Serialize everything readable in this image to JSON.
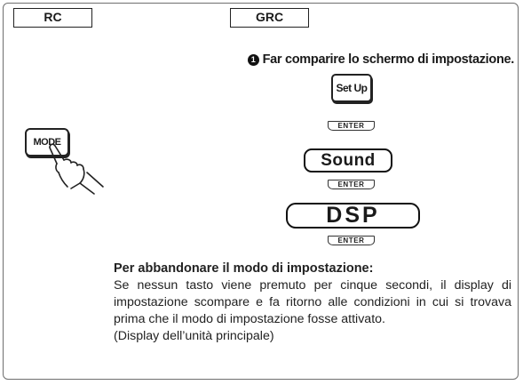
{
  "columns": {
    "rc": "RC",
    "grc": "GRC"
  },
  "step": {
    "number": "1",
    "heading": "Far comparire lo schermo di impostazione."
  },
  "keys": {
    "setup": "Set Up",
    "mode": "MODE"
  },
  "enter_label": "ENTER",
  "display": {
    "sound": "Sound",
    "dsp": "DSP"
  },
  "note": {
    "title": "Per abbandonare il modo di impostazione:",
    "body": "Se nessun tasto viene premuto per cinque secondi, il display di impostazione scompare e fa ritorno alle condizioni in cui si trovava prima che il modo di impostazione fosse attivato.",
    "footnote": "(Display dell’unità principale)"
  },
  "icons": {
    "step_marker": "circled-number-icon",
    "hand": "pressing-hand-icon"
  }
}
